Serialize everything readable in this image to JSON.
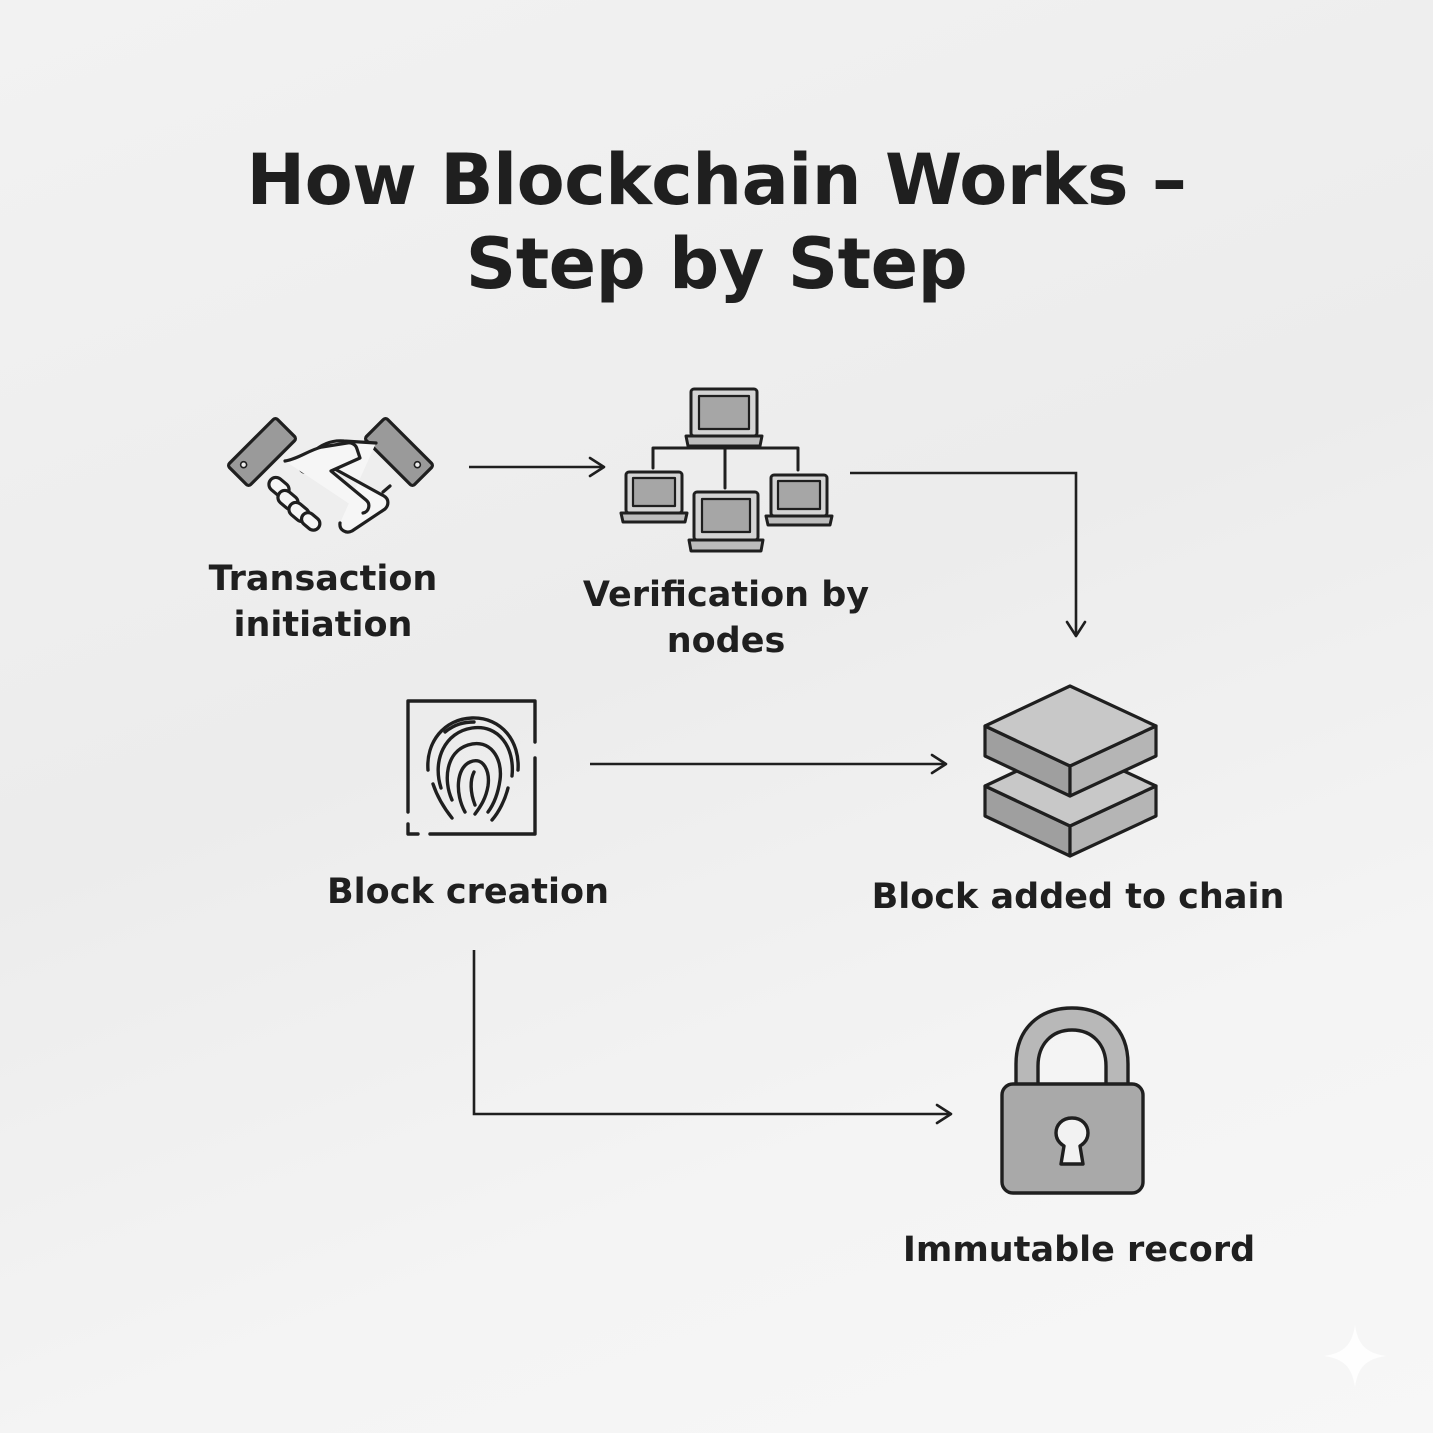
{
  "title": {
    "line1": "How Blockchain Works –",
    "line2": "Step by Step"
  },
  "steps": [
    {
      "id": "transaction",
      "icon": "handshake-icon",
      "line1": "Transaction",
      "line2": "initiation"
    },
    {
      "id": "verification",
      "icon": "network-laptops-icon",
      "line1": "Verification by",
      "line2": "nodes"
    },
    {
      "id": "block-creation",
      "icon": "fingerprint-icon",
      "line1": "Block creation"
    },
    {
      "id": "block-added",
      "icon": "stacked-blocks-icon",
      "line1": "Block added to chain"
    },
    {
      "id": "immutable",
      "icon": "padlock-icon",
      "line1": "Immutable record"
    }
  ],
  "colors": {
    "text": "#1f1f1f",
    "icon_fill": "#a6a6a6",
    "icon_fill_light": "#c4c4c4",
    "background": "#efefef"
  }
}
